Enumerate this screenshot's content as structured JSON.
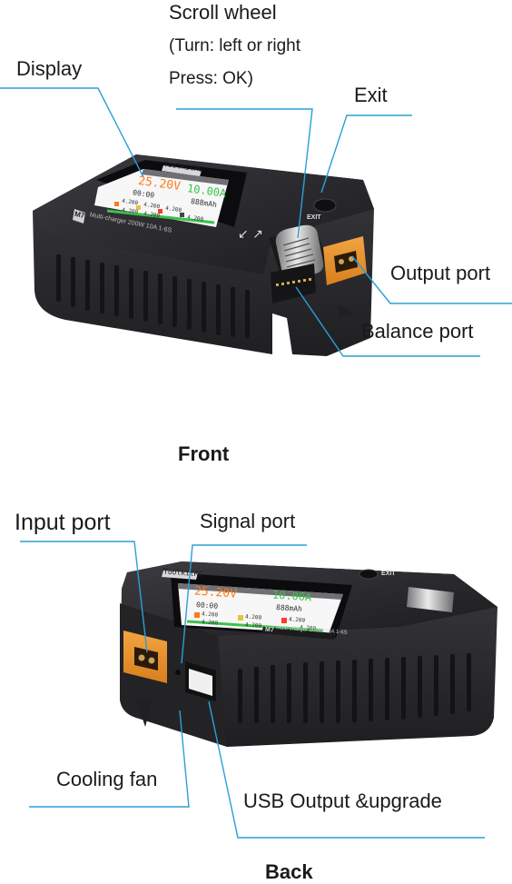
{
  "colors": {
    "leader": "#2a9fd8",
    "port": "#e4912a",
    "body": "#2b2b2e",
    "screen_green": "#3cc24a",
    "screen_orange": "#ff7a1a"
  },
  "front": {
    "caption": "Front",
    "labels": {
      "scroll_wheel": "Scroll wheel",
      "scroll_turn": "(Turn: left or right",
      "scroll_press": "Press: OK)",
      "display": "Display",
      "exit": "Exit",
      "output_port": "Output port",
      "balance_port": "Balance port"
    },
    "device": {
      "brand": "ToolkitRC",
      "model_badge": "M7",
      "model_text": "Multi-charger 200W 10A 1-6S",
      "exit_key": "EXIT",
      "screen_voltage": "25.20V",
      "screen_current": "10.00A",
      "screen_time": "00:00",
      "screen_capacity": "888mAh",
      "cell_voltages": [
        "4.200",
        "4.200",
        "4.200",
        "4.200",
        "4.200",
        "4.200"
      ]
    }
  },
  "back": {
    "caption": "Back",
    "labels": {
      "input_port": "Input port",
      "signal_port": "Signal port",
      "cooling_fan": "Cooling fan",
      "usb_output": "USB Output &upgrade"
    },
    "device": {
      "brand": "ToolkitRC",
      "model_badge": "M7",
      "model_text": "Multi-charger 200W 10A 1-6S",
      "exit_key": "EXIT",
      "screen_voltage": "25.20V",
      "screen_current": "10.00A",
      "screen_time": "00:00",
      "screen_capacity": "888mAh",
      "cell_voltages": [
        "4.200",
        "4.200",
        "4.200",
        "4.200",
        "4.200",
        "4.200"
      ]
    }
  }
}
